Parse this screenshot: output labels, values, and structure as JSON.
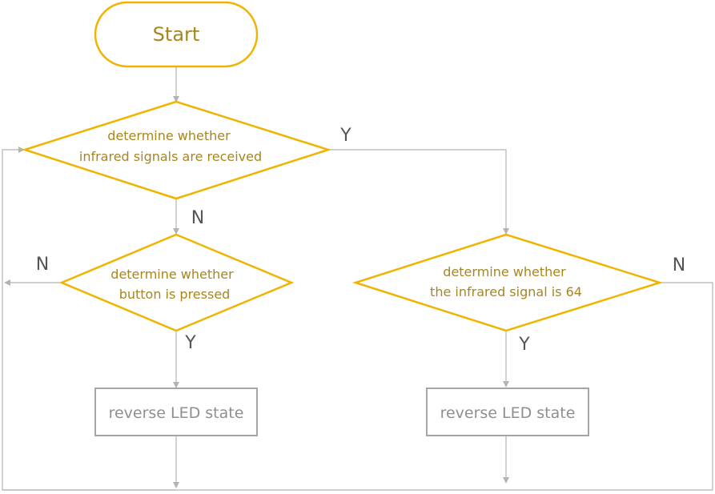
{
  "start": {
    "label": "Start"
  },
  "decision_ir": {
    "line1": "determine whether",
    "line2": "infrared signals are received",
    "yes": "Y",
    "no": "N"
  },
  "decision_button": {
    "line1": "determine whether",
    "line2": "button is pressed",
    "yes": "Y",
    "no": "N"
  },
  "decision_64": {
    "line1": "determine whether",
    "line2": "the infrared signal is 64",
    "yes": "Y",
    "no": "N"
  },
  "process_left": {
    "label": "reverse LED state"
  },
  "process_right": {
    "label": "reverse LED state"
  },
  "colors": {
    "accent": "#f0b400",
    "text_gold": "#a8861e",
    "connector": "#b3b3b3",
    "process_border": "#a6a6a6"
  }
}
